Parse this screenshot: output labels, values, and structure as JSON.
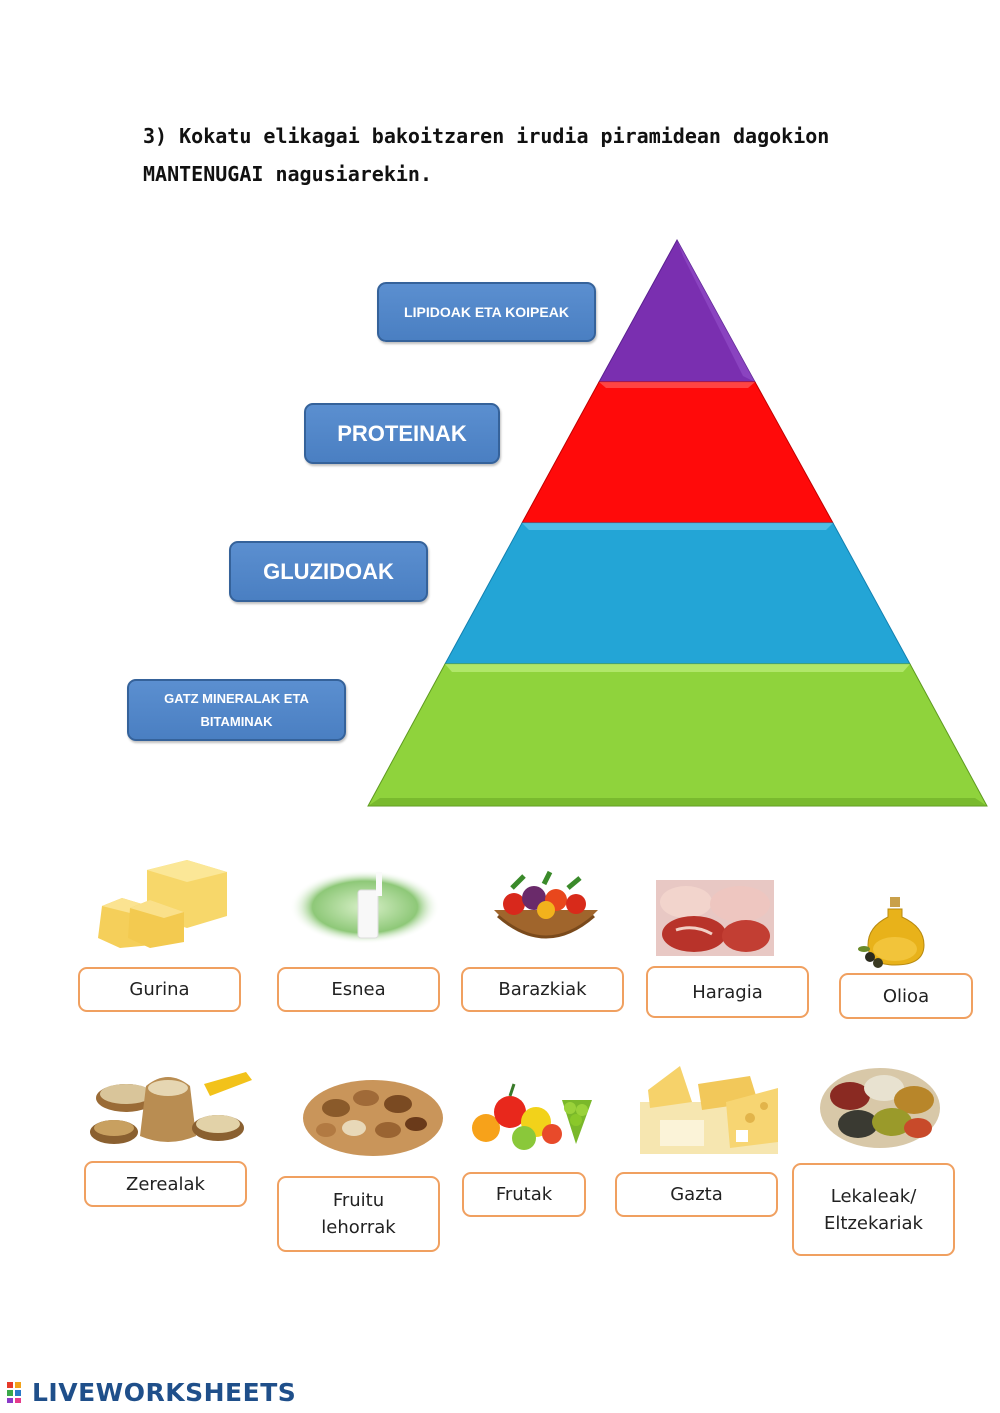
{
  "instruction": {
    "line1": "3) Kokatu elikagai bakoitzaren irudia piramidean dagokion",
    "line2": "MANTENUGAI nagusiarekin."
  },
  "pyramid": {
    "levels": [
      {
        "color": "#7a2fb0"
      },
      {
        "color": "#ff0a0a"
      },
      {
        "color": "#23a5d6"
      },
      {
        "color": "#8fd33c"
      }
    ]
  },
  "nutrients": {
    "lipidoak": "LIPIDOAK ETA KOIPEAK",
    "proteinak": "PROTEINAK",
    "gluzidoak": "GLUZIDOAK",
    "gatz_line1": "GATZ MINERALAK ETA",
    "gatz_line2": "BITAMINAK"
  },
  "foods": {
    "row1": [
      "Gurina",
      "Esnea",
      "Barazkiak",
      "Haragia",
      "Olioa"
    ],
    "row2": [
      "Zerealak",
      "Gazta"
    ],
    "fruitu_line1": "Fruitu",
    "fruitu_line2": "lehorrak",
    "frutak": "Frutak",
    "lekaleak_line1": "Lekaleak/",
    "lekaleak_line2": "Eltzekariak"
  },
  "footer": {
    "logo": "LIVEWORKSHEETS"
  },
  "colors": {
    "label_border": "#f0a060",
    "nutrient_box": "#4a7fc2"
  }
}
